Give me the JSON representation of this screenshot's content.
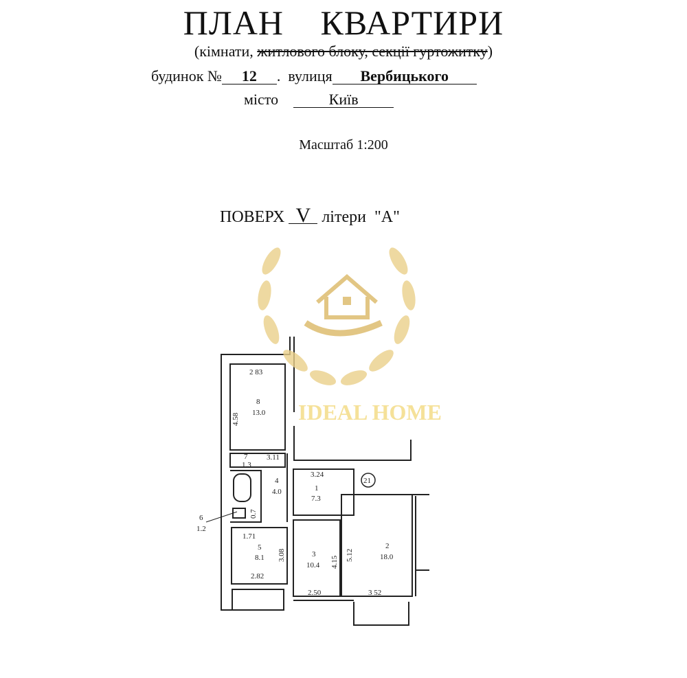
{
  "header": {
    "title": "ПЛАН КВАРТИРИ",
    "subtitle_open": "(",
    "subtitle_kept": "кімнати, ",
    "subtitle_struck": "житлового блоку, секції гуртожитку",
    "subtitle_close": ")",
    "house_label": "будинок №",
    "house_number": "12",
    "street_label": "вулиця",
    "street": "Вербицького",
    "city_label": "місто",
    "city": "Київ",
    "scale": "Масштаб 1:200",
    "floor_label": "ПОВЕРХ",
    "floor": "V",
    "letter_label": "літери",
    "letter": "\"А\""
  },
  "plan": {
    "rooms": [
      {
        "number": "8",
        "area": "13.0"
      },
      {
        "number": "7",
        "area": "1.3"
      },
      {
        "number": "4",
        "area": "4.0"
      },
      {
        "number": "6",
        "area": "1.2"
      },
      {
        "number": "5",
        "area": "8.1"
      },
      {
        "number": "1",
        "area": "7.3"
      },
      {
        "number": "3",
        "area": "10.4"
      },
      {
        "number": "2",
        "area": "18.0"
      }
    ],
    "dimensions": [
      "2 83",
      "4.58",
      "3.11",
      "0.7",
      "1.71",
      "3.08",
      "2.82",
      "3.24",
      "4.15",
      "5.12",
      "2.50",
      "3 52"
    ],
    "apartment_number": "21"
  },
  "watermark": {
    "text": "IDEAL HOME",
    "color": "#f0d36a",
    "icon": "house-in-hand-laurel-icon"
  }
}
